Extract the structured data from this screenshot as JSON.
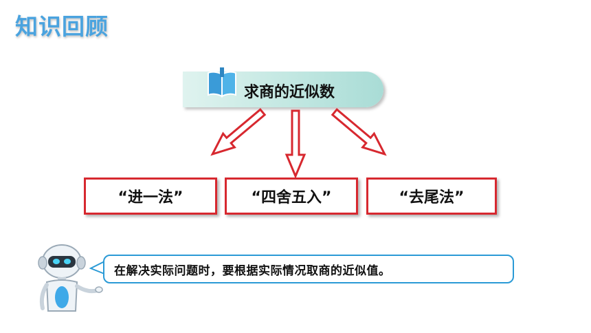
{
  "header": {
    "title": "知识回顾"
  },
  "topic": {
    "label": "求商的近似数",
    "icon": "book-icon"
  },
  "methods": [
    {
      "label": "“进一法”"
    },
    {
      "label": "“四舍五入”"
    },
    {
      "label": "“去尾法”"
    }
  ],
  "note": {
    "text": "在解决实际问题时，要根据实际情况取商的近似值。"
  },
  "colors": {
    "title": "#4aa3df",
    "box_border": "#d7282f",
    "speech_border": "#2a9ad6",
    "banner": "#bfe6e0"
  }
}
